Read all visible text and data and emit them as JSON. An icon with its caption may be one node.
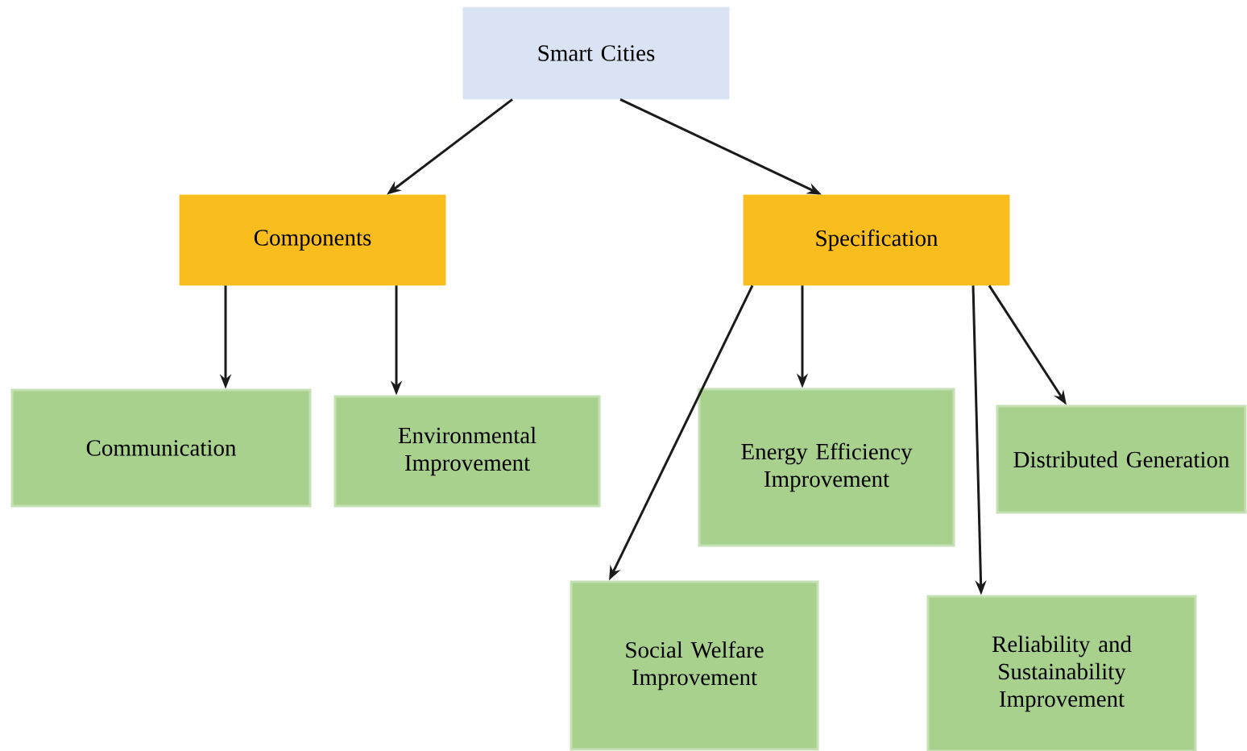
{
  "diagram": {
    "nodes": [
      {
        "text": [
          "Smart Cities"
        ]
      },
      {
        "text": [
          "Components"
        ]
      },
      {
        "text": [
          "Specification"
        ]
      },
      {
        "text": [
          "Communication"
        ]
      },
      {
        "text": [
          "Environmental Improvement"
        ]
      },
      {
        "text": [
          "Energy Efficiency Improvement"
        ]
      },
      {
        "text": [
          "Distributed Generation"
        ]
      },
      {
        "text": [
          "Social Welfare Improvement"
        ]
      },
      {
        "text": [
          "Reliability and Sustainability Improvement"
        ]
      }
    ],
    "edges": [
      {
        "from": 0,
        "to": 1,
        "arrow": "to"
      },
      {
        "from": 0,
        "to": 2,
        "arrow": "to"
      },
      {
        "from": 1,
        "to": 3,
        "arrow": "to"
      },
      {
        "from": 1,
        "to": 4,
        "arrow": "to"
      },
      {
        "from": 2,
        "to": 7,
        "arrow": "to"
      },
      {
        "from": 2,
        "to": 5,
        "arrow": "to"
      },
      {
        "from": 2,
        "to": 8,
        "arrow": "to"
      },
      {
        "from": 2,
        "to": 6,
        "arrow": "to"
      }
    ]
  }
}
